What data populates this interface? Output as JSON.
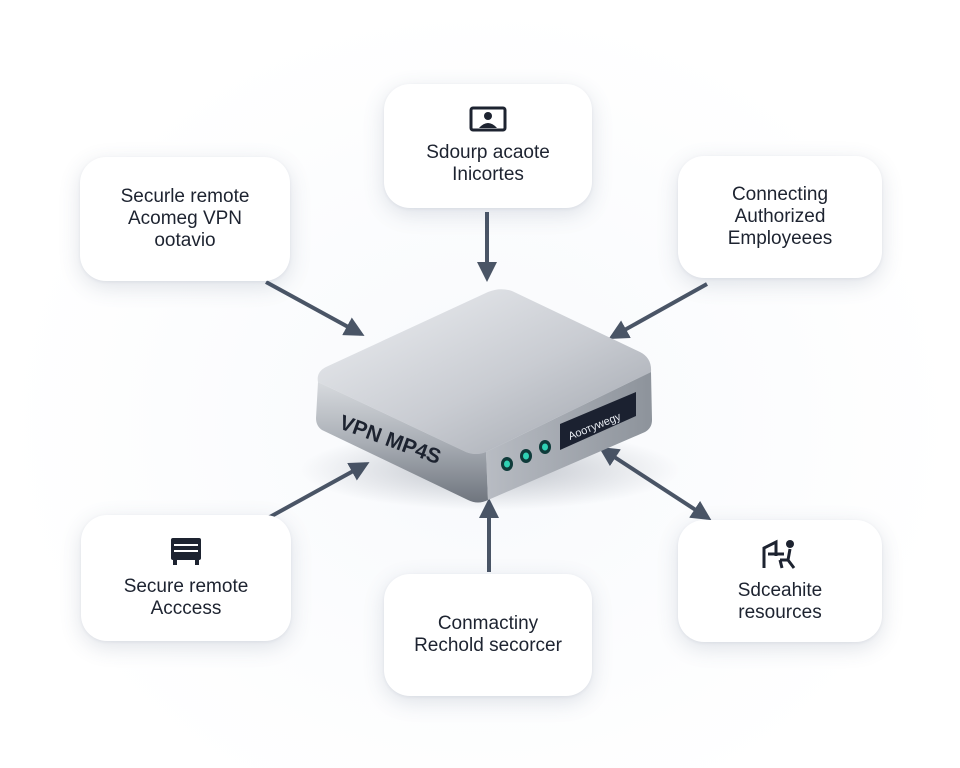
{
  "device": {
    "model_label": "VPN MP4S",
    "panel_label": "Aоотуwegy"
  },
  "nodes": {
    "top": {
      "icon": "monitor-user-icon",
      "lines": [
        "Sdourp acaote",
        "Inicortes"
      ]
    },
    "top_left": {
      "lines": [
        "Securle remote",
        "Acomeg VPN",
        "ootavio"
      ]
    },
    "top_right": {
      "lines": [
        "Connecting",
        "Authorized",
        "Employeees"
      ]
    },
    "bottom_left": {
      "icon": "server-rack-icon",
      "lines": [
        "Secure remote",
        "Acccess"
      ]
    },
    "bottom": {
      "lines": [
        "Conmactiny",
        "Rechold secorcer"
      ]
    },
    "bottom_right": {
      "icon": "user-at-desk-icon",
      "lines": [
        "Sdceahite",
        "resources"
      ]
    }
  },
  "colors": {
    "arrow": "#4a5566",
    "text": "#1d2330",
    "led": "#2fd2b4",
    "panel": "#1b2130"
  }
}
